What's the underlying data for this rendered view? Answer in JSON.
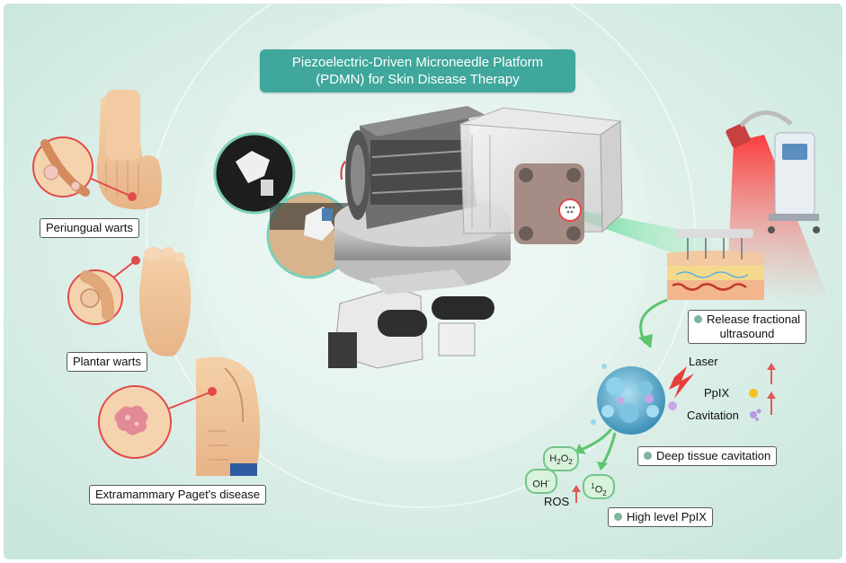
{
  "title": {
    "line1": "Piezoelectric-Driven Microneedle Platform",
    "line2": "(PDMN) for Skin Disease Therapy"
  },
  "diseases": {
    "periungual": "Periungual warts",
    "plantar": "Plantar warts",
    "paget": "Extramammary Paget's disease"
  },
  "steps": {
    "release": {
      "line1": "Release fractional",
      "line2": "ultrasound"
    },
    "cavitation": "Deep tissue cavitation",
    "ppix": "High level PpIX"
  },
  "labels": {
    "laser": "Laser",
    "ppix": "PpIX",
    "cavitation": "Cavitation",
    "ros": "ROS"
  },
  "molecules": {
    "h2o2": {
      "base": "H",
      "s1": "2",
      "mid": "O",
      "s2": "2"
    },
    "oh": {
      "base": "OH",
      "sup": "-"
    },
    "o2": {
      "sup": "1",
      "base": "O",
      "sub": "2"
    }
  },
  "colors": {
    "title_bg": "#3fa79b",
    "bg_glow": "#d6ede6",
    "arrow_green": "#5cc46d",
    "dot_green": "#7fb59a",
    "arrow_red": "#e05a5a",
    "tumor_blue": "#5aa9c9"
  }
}
